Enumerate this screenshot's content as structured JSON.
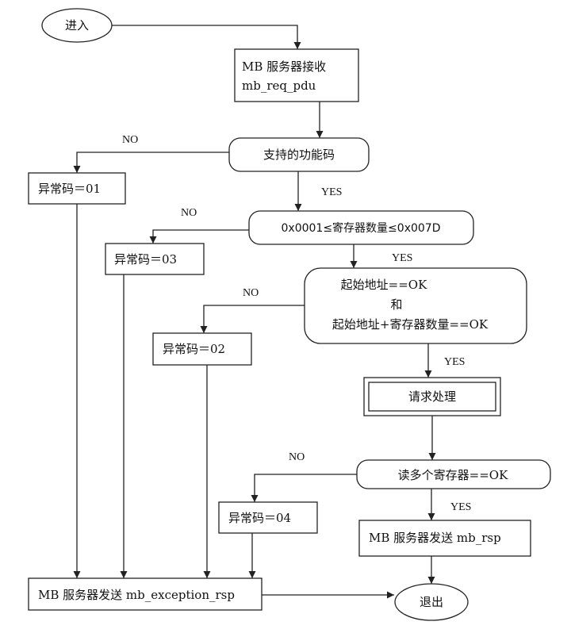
{
  "nodes": {
    "enter": "进入",
    "receive_line1": "MB  服务器接收",
    "receive_line2": "mb_req_pdu",
    "supported_fc": "支持的功能码",
    "exc01": "异常码＝01",
    "qty_check": "0x0001≤寄存器数量≤0x007D",
    "exc03": "异常码＝03",
    "addr_line1": "起始地址==OK",
    "addr_line2": "和",
    "addr_line3": "起始地址+寄存器数量==OK",
    "exc02": "异常码＝02",
    "process": "请求处理",
    "read_ok": "读多个寄存器==OK",
    "exc04": "异常码＝04",
    "send_rsp": "MB 服务器发送 mb_rsp",
    "send_exc": "MB 服务器发送 mb_exception_rsp",
    "exit": "退出"
  },
  "labels": {
    "no_fc": "NO",
    "yes_fc": "YES",
    "no_qty": "NO",
    "yes_qty": "YES",
    "no_addr": "NO",
    "yes_addr": "YES",
    "no_read": "NO",
    "yes_read": "YES"
  }
}
